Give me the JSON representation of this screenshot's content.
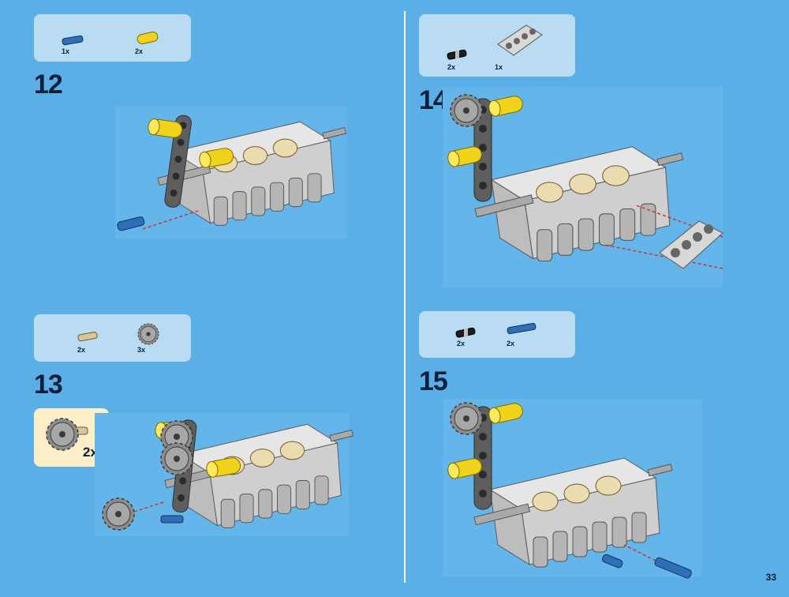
{
  "page_number": "33",
  "steps": [
    {
      "number": "12",
      "parts": [
        {
          "icon": "blue-axle-pin-icon",
          "qty": "1x"
        },
        {
          "icon": "yellow-pin-icon",
          "qty": "2x"
        }
      ]
    },
    {
      "number": "13",
      "parts": [
        {
          "icon": "tan-axle-pin-icon",
          "qty": "2x"
        },
        {
          "icon": "gear-icon",
          "qty": "3x"
        }
      ],
      "subassembly_qty": "2x"
    },
    {
      "number": "14",
      "parts": [
        {
          "icon": "black-pin-icon",
          "qty": "2x"
        },
        {
          "icon": "grey-beam-block-icon",
          "qty": "1x"
        }
      ]
    },
    {
      "number": "15",
      "parts": [
        {
          "icon": "black-pin-icon",
          "qty": "2x"
        },
        {
          "icon": "blue-axle-pin-icon",
          "qty": "2x"
        }
      ]
    }
  ],
  "colors": {
    "page_background": "#5ab0e6",
    "parts_box": "#b9dcf3",
    "subassembly_box": "#fdeec8",
    "arrow": "#d62828",
    "engine_grey": "#c8c8c8",
    "lego_yellow": "#f2d31b",
    "lego_blue": "#2e6fb5"
  }
}
